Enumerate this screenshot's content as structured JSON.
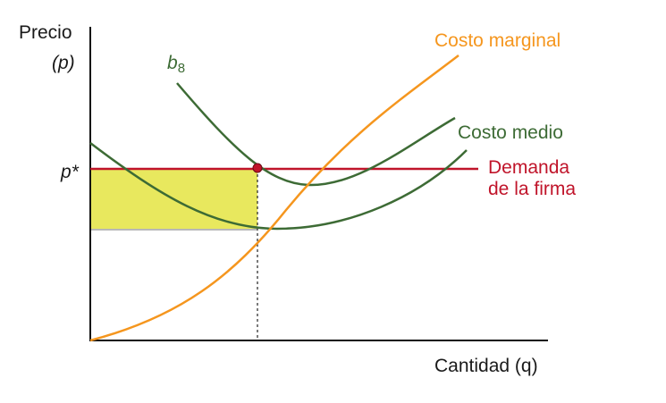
{
  "axes": {
    "y_label_line1": "Precio",
    "y_label_line2": "(p)",
    "x_label": "Cantidad (q)",
    "price_tick": "p*"
  },
  "curves": {
    "marginal_cost": {
      "label": "Costo marginal",
      "color": "#f5961e"
    },
    "average_cost": {
      "label": "Costo medio",
      "color": "#3d6b35"
    },
    "b8": {
      "label_main": "b",
      "label_sub": "8",
      "color": "#3d6b35"
    },
    "demand": {
      "label_line1": "Demanda",
      "label_line2": "de la firma",
      "color": "#c0142a"
    }
  },
  "shaded_area": {
    "color": "#e8e85e"
  },
  "equilibrium_point": {
    "color": "#c0142a"
  }
}
